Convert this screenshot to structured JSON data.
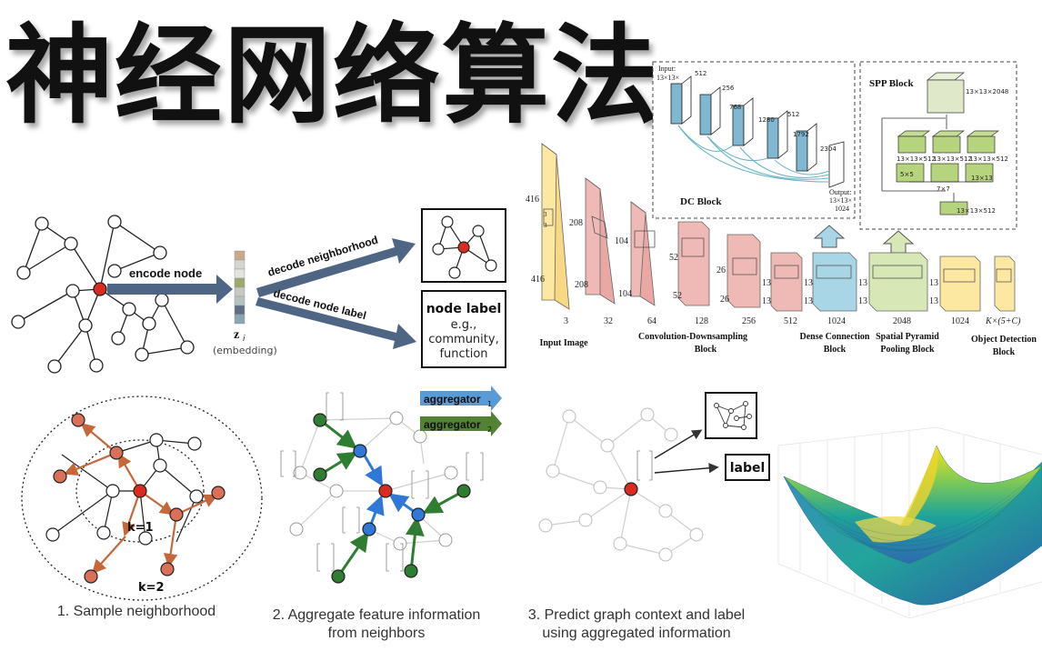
{
  "title": "神经网络算法",
  "embedding": {
    "encode_label": "encode node",
    "decode_neighborhood": "decode neighborhood",
    "decode_label": "decode node label",
    "vector_symbol": "z",
    "vector_subscript": "i",
    "vector_caption": "(embedding)",
    "node_label_title": "node label",
    "node_label_lines": [
      "e.g.,",
      "community,",
      "function"
    ]
  },
  "architecture": {
    "input_dims": {
      "side": "416",
      "bottom": "416",
      "depth": "3",
      "inner": "3",
      "inner2": "3"
    },
    "blocks": [
      {
        "h": "208",
        "w": "208",
        "c": "32"
      },
      {
        "h": "104",
        "w": "104",
        "c": "64"
      },
      {
        "h": "52",
        "w": "52",
        "c": "128"
      },
      {
        "h": "26",
        "w": "26",
        "c": "256"
      },
      {
        "h": "13",
        "w": "13",
        "c": "512"
      },
      {
        "h": "13",
        "w": "13",
        "c": "1024"
      },
      {
        "h": "13",
        "w": "13",
        "c": "2048"
      },
      {
        "h": "13",
        "w": "13",
        "c": "1024"
      },
      {
        "h": "",
        "w": "",
        "c": "K×(5+C)"
      }
    ],
    "labels": {
      "input": "Input Image",
      "conv1": "Convolution-Downsampling",
      "conv2": "Block",
      "dense1": "Dense Connection",
      "dense2": "Block",
      "spp1": "Spatial Pyramid",
      "spp2": "Pooling Block",
      "det1": "Object Detection",
      "det2": "Block"
    },
    "dc_block": {
      "title": "DC Block",
      "input_label": "Input:",
      "input_dims": "13×13×",
      "output_label": "Output:",
      "output_dims": "13×13×",
      "output_c": "1024",
      "channels": [
        "512",
        "256",
        "768",
        "1280",
        "512",
        "1792",
        "2304"
      ]
    },
    "spp_block": {
      "title": "SPP Block",
      "top": "13×13×2048",
      "mid": [
        "13×13×512",
        "13×13×512",
        "13×13×512"
      ],
      "low": [
        "5×5",
        "7×7",
        "13×13"
      ],
      "bottom": "13×13×512"
    }
  },
  "graphsage": {
    "k1": "k=1",
    "k2": "k=2",
    "aggregator1": "aggregator",
    "aggregator1_sub": "1",
    "aggregator2": "aggregator",
    "aggregator2_sub": "2",
    "predict_label": "label",
    "captions": {
      "step1": "1. Sample neighborhood",
      "step2_line1": "2. Aggregate feature information",
      "step2_line2": "from neighbors",
      "step3_line1": "3. Predict graph context and label",
      "step3_line2": "using aggregated information"
    }
  },
  "colors": {
    "node_red": "#d92b1f",
    "node_orange": "#d9705a",
    "node_blue": "#2f78d6",
    "node_green": "#2e7d32",
    "arrow_steel": "#4f6584",
    "yellow_block": "#fce8a0",
    "pink_block": "#efb9b5",
    "blue_block": "#a9d6e6",
    "green_block": "#d7e7b5"
  }
}
